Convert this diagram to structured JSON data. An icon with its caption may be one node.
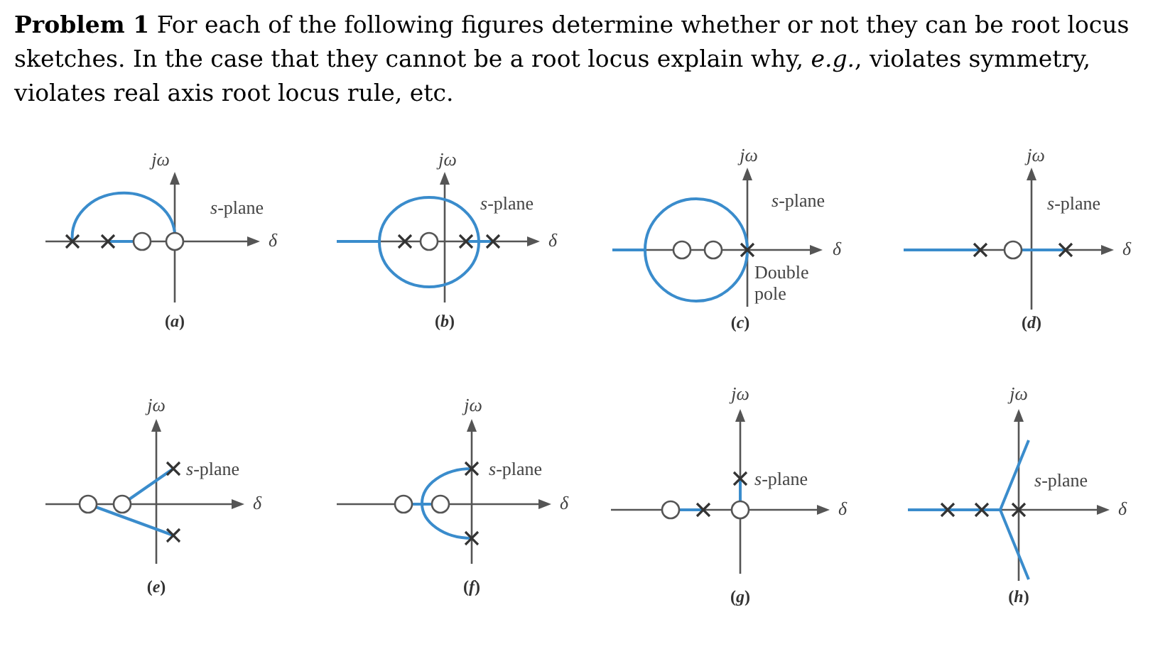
{
  "diagram": {
    "labels": [
      "**Problem 1** For each of the following figures determine whether or not they can be root locus sketches. In the case that they cannot be a root locus explain why, *e.g.*, violates symmetry, violates real axis root locus rule, etc.",
      "jω",
      "*s*-plane",
      "δ",
      "(*a*)",
      "jω",
      "*s*-plane",
      "δ",
      "(*b*)",
      "jω",
      "*s*-plane",
      "δ",
      "Double pole",
      "(*c*)",
      "jω",
      "*s*-plane",
      "δ",
      "(*d*)",
      "jω",
      "*s*-plane",
      "δ",
      "(*e*)",
      "jω",
      "*s*-plane",
      "δ",
      "(*f*)",
      "jω",
      "*s*-plane",
      "δ",
      "(*g*)",
      "jω",
      "*s*-plane",
      "δ",
      "(*h*)"
    ]
  }
}
